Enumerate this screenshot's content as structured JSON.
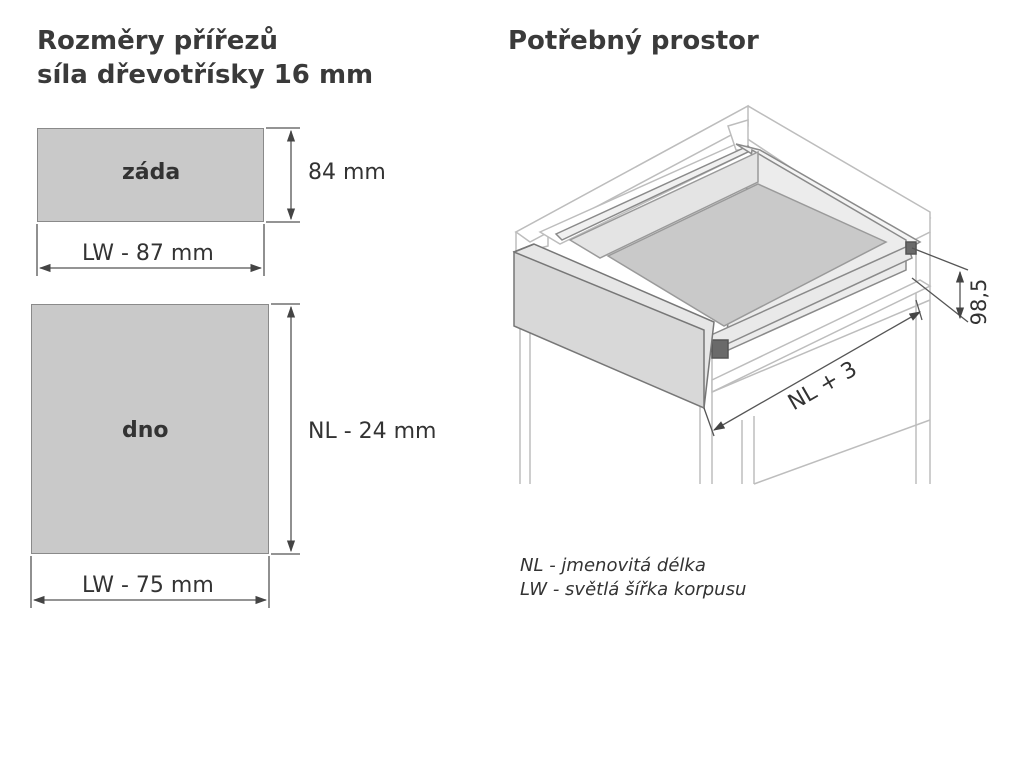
{
  "titles": {
    "left_line1": "Rozměry přířezů",
    "left_line2": "síla dřevotřísky 16 mm",
    "right": "Potřebný prostor"
  },
  "back_panel": {
    "label": "záda",
    "height_dim": "84 mm",
    "width_dim": "LW - 87 mm"
  },
  "bottom_panel": {
    "label": "dno",
    "height_dim": "NL - 24 mm",
    "width_dim": "LW - 75 mm"
  },
  "drawer": {
    "height_dim": "98,5",
    "depth_dim": "NL + 3"
  },
  "legend": {
    "nl": "NL - jmenovitá délka",
    "lw": "LW - světlá šířka korpusu"
  },
  "colors": {
    "panel_fill": "#c9c9c9",
    "line": "#666666",
    "text": "#333333"
  }
}
